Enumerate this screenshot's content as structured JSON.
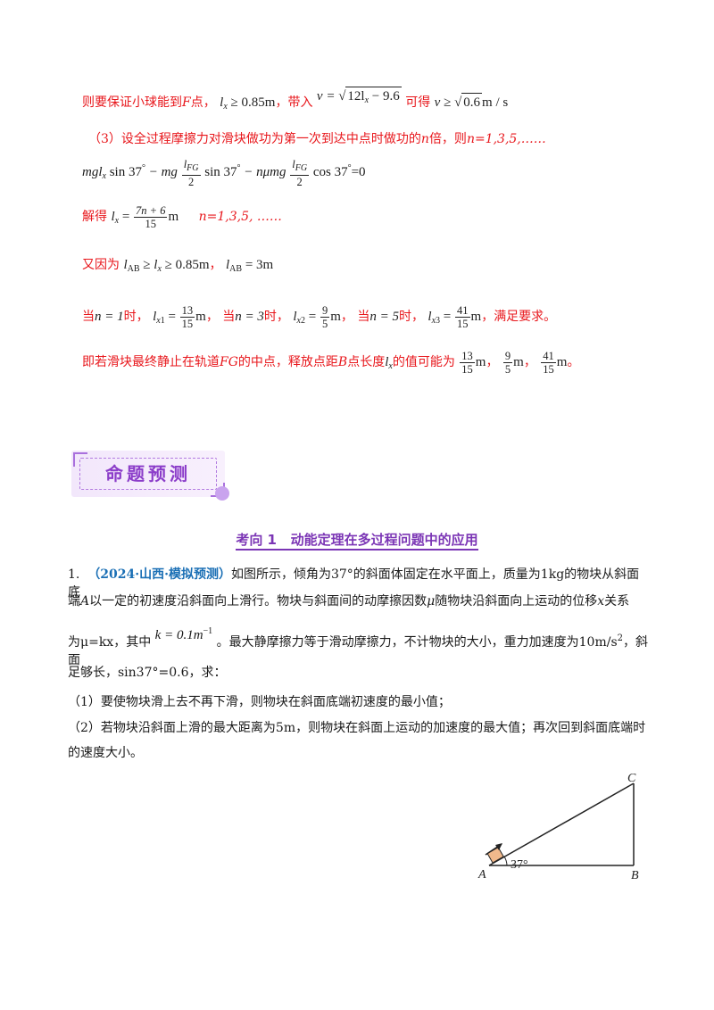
{
  "solution": {
    "l1_prefix": "则要保证小球能到",
    "l1_F": "F",
    "l1_mid": "点，",
    "l1_cond": "≥ 0.85m",
    "l1_sub": "，带入",
    "l1_v_eq": "v =",
    "l1_sqrt": "12l",
    "l1_sqrt2": " − 9.6",
    "l1_get": "可得",
    "l1_result": "v ≥",
    "l1_result_sqrt": "0.6",
    "l1_unit": "m / s",
    "l2": "（3）设全过程摩擦力对滑块做功为第一次到达中点时做功的",
    "l2_n": "n",
    "l2_b": "倍，则",
    "l2_c": "n=1,3,5,……",
    "eq_a": "mgl",
    "eq_sin": "sin 37",
    "eq_minus": " − mg",
    "eq_frac_num": "l",
    "eq_frac_num_sub": "FG",
    "eq_frac_den": "2",
    "eq_sin2": "sin 37",
    "eq_minus2": " − nμmg",
    "eq_cos": "cos 37",
    "eq_end": "=0",
    "solve_label": "解得",
    "solve_num": "7n + 6",
    "solve_den": "15",
    "solve_unit": "m",
    "solve_n": "n=1,3,5, ……",
    "also_label": "又因为",
    "also_cond": "≥ l",
    "also_cond2": "≥ 0.85m",
    "also_ab": "= 3m",
    "when": "当",
    "n1": "n = 1",
    "shi": "时，",
    "x1_num": "13",
    "x1_den": "15",
    "x2_num": "9",
    "x2_den": "5",
    "n3": "n = 3",
    "n5": "n = 5",
    "x3_num": "41",
    "x3_den": "15",
    "m": "m",
    "comma": "，",
    "satisfy": "满足要求。",
    "final_a": "即若滑块最终静止在轨道",
    "final_FG": "FG",
    "final_b": "的中点，释放点距",
    "final_B": "B",
    "final_c": "点长度",
    "final_d": "的值可能为",
    "final_end": "。"
  },
  "banner": {
    "label": "命题预测"
  },
  "section": {
    "num": "考向 1",
    "title": "动能定理在多过程问题中的应用"
  },
  "problem": {
    "number": "1.",
    "source": "（2024·山西·模拟预测）",
    "p1": "如图所示，倾角为37°的斜面体固定在水平面上，质量为1kg的物块从斜面底",
    "p2": "端",
    "p2_A": "A",
    "p2_b": "以一定的初速度沿斜面向上滑行。物块与斜面间的动摩擦因数",
    "p2_mu": "μ",
    "p2_c": "随物块沿斜面向上运动的位移",
    "p2_x": "x",
    "p2_d": "关系",
    "p3_a": "为μ=kx，其中",
    "p3_k": "k = 0.1m",
    "p3_b": "。最大静摩擦力等于滑动摩擦力，不计物块的大小，重力加速度为10m/s",
    "p3_c": "，斜面",
    "p4": "足够长，sin37°=0.6，求：",
    "q1": "（1）要使物块滑上去不再下滑，则物块在斜面底端初速度的最小值；",
    "q2a": "（2）若物块沿斜面上滑的最大距离为5m，则物块在斜面上运动的加速度的最大值；再次回到斜面底端时",
    "q2b": "的速度大小。"
  },
  "figure": {
    "label_A": "A",
    "label_B": "B",
    "label_C": "C",
    "angle": "37°"
  }
}
